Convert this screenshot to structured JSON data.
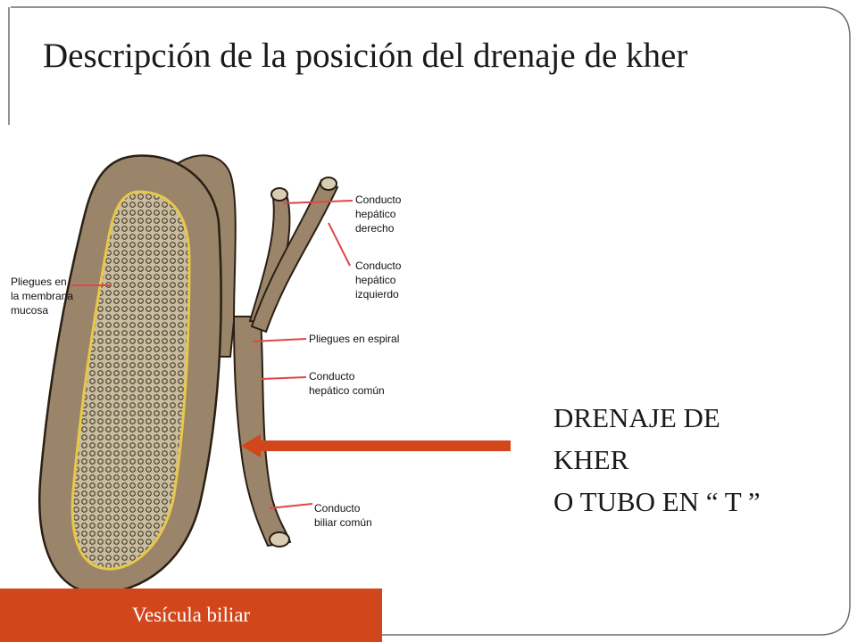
{
  "slide": {
    "title": "Descripción de la posición del drenaje de kher",
    "callout": [
      "DRENAJE DE",
      "KHER",
      "O TUBO EN “ T ”"
    ],
    "caption": "Vesícula biliar"
  },
  "diagram_labels": {
    "mucosa": [
      "Pliegues en",
      "la membrana",
      "mucosa"
    ],
    "right_hepatic": [
      "Conducto",
      "hepático",
      "derecho"
    ],
    "left_hepatic": [
      "Conducto",
      "hepático",
      "izquierdo"
    ],
    "spiral": [
      "Pliegues en espiral"
    ],
    "common_hepatic": [
      "Conducto",
      "hepático común"
    ],
    "common_bile": [
      "Conducto",
      "biliar común"
    ]
  },
  "colors": {
    "accent": "#d2461c",
    "arrow": "#d2461c",
    "tissue": "#9b856a",
    "tissue_outline": "#2a1f14",
    "mucosa": "#c2b59b",
    "mucosa_edge": "#e8c84a",
    "leader_line": "#e0454a"
  }
}
